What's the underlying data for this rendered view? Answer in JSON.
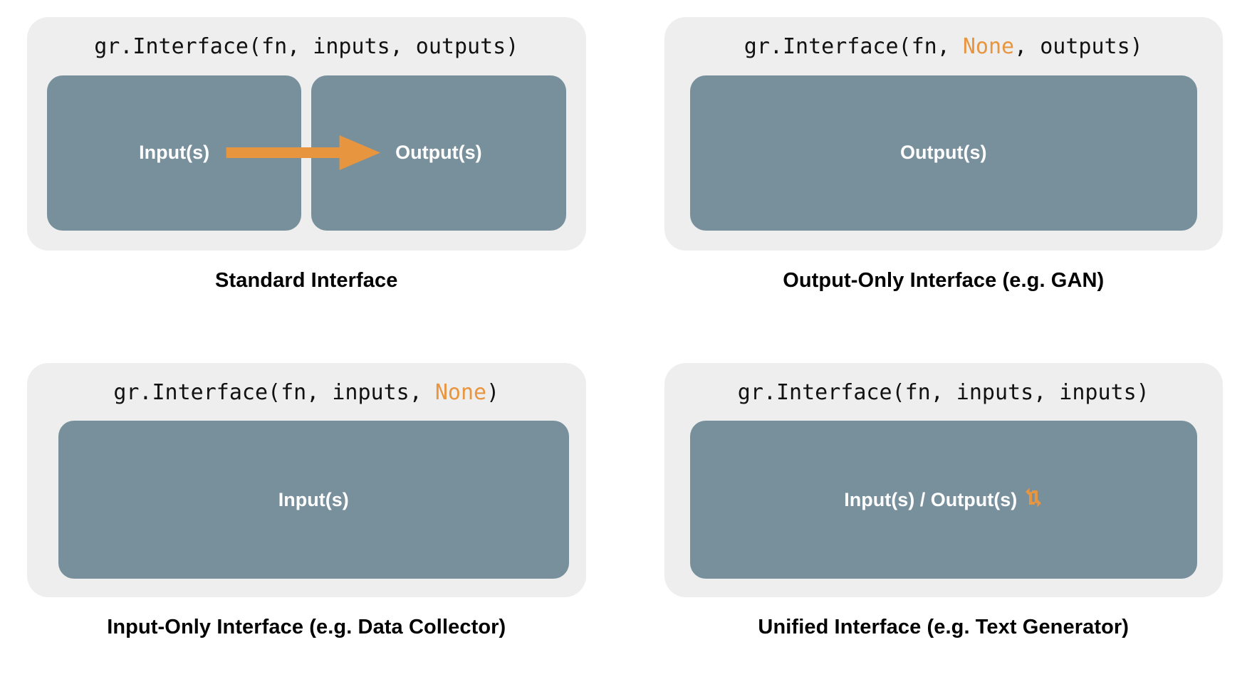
{
  "colors": {
    "card_background": "#eeeeee",
    "box_fill": "#78909c",
    "accent_orange": "#e8953f",
    "text_dark": "#111111",
    "box_label": "#ffffff",
    "page_background": "#ffffff"
  },
  "panels": [
    {
      "id": "standard-interface",
      "code": {
        "prefix": "gr.Interface(fn, inputs, outputs)",
        "part1": "gr.Interface(fn, inputs, outputs)",
        "highlight": "",
        "part2": ""
      },
      "boxes": [
        {
          "label": "Input(s)"
        },
        {
          "label": "Output(s)"
        }
      ],
      "arrow": {
        "present": true,
        "direction": "left-to-right",
        "color": "#e8953f"
      },
      "caption": "Standard Interface"
    },
    {
      "id": "output-only-interface",
      "code": {
        "part1": "gr.Interface(fn, ",
        "highlight": "None",
        "part2": ", outputs)"
      },
      "boxes": [
        {
          "label": "Output(s)"
        }
      ],
      "arrow": {
        "present": false
      },
      "caption": "Output-Only Interface (e.g. GAN)"
    },
    {
      "id": "input-only-interface",
      "code": {
        "part1": "gr.Interface(fn, inputs, ",
        "highlight": "None",
        "part2": ")"
      },
      "boxes": [
        {
          "label": "Input(s)"
        }
      ],
      "arrow": {
        "present": false
      },
      "caption": "Input-Only Interface (e.g. Data Collector)"
    },
    {
      "id": "unified-interface",
      "code": {
        "part1": "gr.Interface(fn, inputs, inputs)",
        "highlight": "",
        "part2": ""
      },
      "boxes": [
        {
          "label": "Input(s) / Output(s)",
          "icon": "cycle-icon"
        }
      ],
      "arrow": {
        "present": false
      },
      "caption": "Unified Interface (e.g. Text Generator)"
    }
  ]
}
